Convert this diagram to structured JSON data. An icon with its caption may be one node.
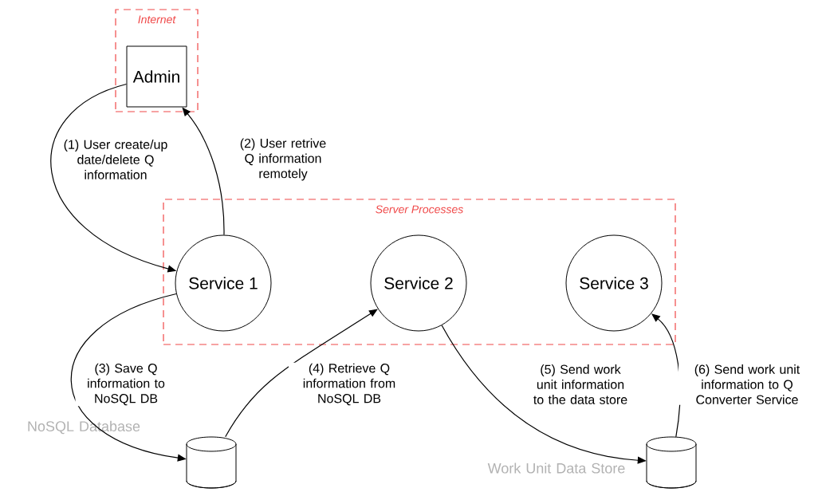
{
  "diagram": {
    "nodes": [
      {
        "text": [
          "Internet"
        ]
      },
      {
        "text": [
          "Admin"
        ],
        "in": 0
      },
      {
        "text": [
          "Server Processes"
        ]
      },
      {
        "text": [
          "Service 1"
        ],
        "in": 2
      },
      {
        "text": [
          "Service 2"
        ],
        "in": 2
      },
      {
        "text": [
          "Service 3"
        ],
        "in": 2
      },
      {
        "text": [],
        "shape": "cylinder",
        "beside": [
          "NoSQL Database"
        ]
      },
      {
        "text": [],
        "shape": "cylinder",
        "beside": [
          "Work Unit Data Store"
        ]
      }
    ],
    "edges": [
      {
        "from": 1,
        "to": 3,
        "arrow": "to",
        "label": "(1) User create/up date/delete Q information"
      },
      {
        "from": 3,
        "to": 1,
        "arrow": "to",
        "label": "(2) User retrive Q information remotely"
      },
      {
        "from": 3,
        "to": 6,
        "arrow": "to",
        "label": "(3) Save Q information to NoSQL DB"
      },
      {
        "from": 6,
        "to": 4,
        "arrow": "to",
        "label": "(4) Retrieve Q information from NoSQL DB"
      },
      {
        "from": 4,
        "to": 7,
        "arrow": "to",
        "label": "(5) Send work unit information to the data store"
      },
      {
        "from": 7,
        "to": 5,
        "arrow": "to",
        "label": "(6) Send work unit information to Q Converter Service"
      }
    ]
  }
}
